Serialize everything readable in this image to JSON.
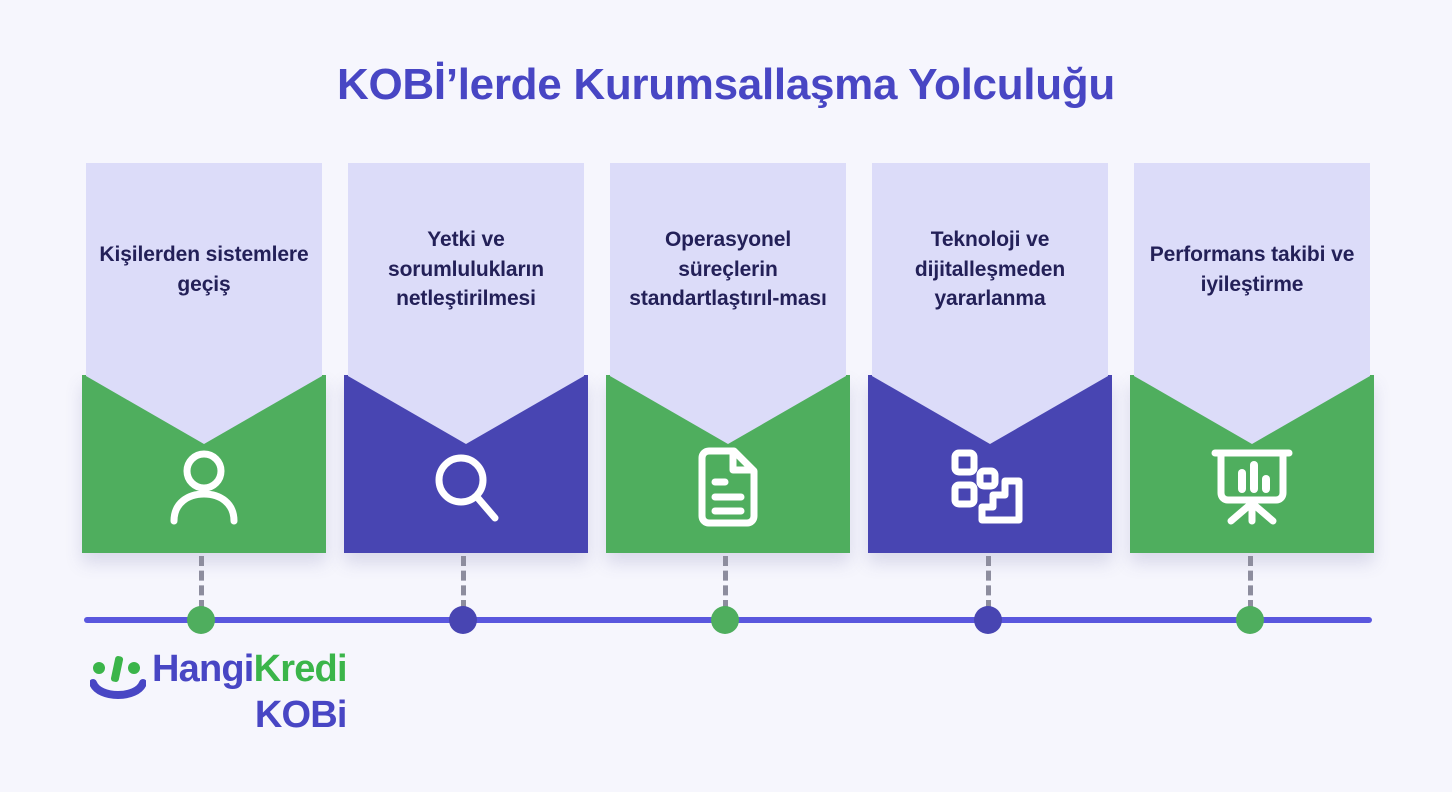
{
  "page": {
    "title": "KOBİ’lerde Kurumsallaşma Yolculuğu",
    "background_color": "#F6F6FD",
    "title_color": "#4846C4"
  },
  "colors": {
    "green": "#4FAE5E",
    "purple": "#4845B2",
    "panel_lavender": "#DCDCF9",
    "timeline_line": "#5A57DE",
    "connector_dash": "#8D8D9E",
    "card_text": "#232058"
  },
  "steps": [
    {
      "label": "Kişilerden sistemlere geçiş",
      "accent": "green",
      "icon": "person-icon",
      "node_color": "green"
    },
    {
      "label": "Yetki ve sorumlulukların netleştirilmesi",
      "accent": "purple",
      "icon": "magnifier-icon",
      "node_color": "purple"
    },
    {
      "label": "Operasyonel süreçlerin standartlaştırıl-ması",
      "accent": "green",
      "icon": "document-icon",
      "node_color": "green"
    },
    {
      "label": "Teknoloji ve dijitalleşmeden yararlanma",
      "accent": "purple",
      "icon": "digital-blocks-icon",
      "node_color": "purple"
    },
    {
      "label": "Performans takibi ve iyileştirme",
      "accent": "green",
      "icon": "presentation-chart-icon",
      "node_color": "green"
    }
  ],
  "logo": {
    "mark": "smiley-face-mark",
    "word_hangi": "Hangi",
    "word_kredi": "Kredi",
    "word_kobi": "KOBi",
    "color_purple": "#4846C4",
    "color_green": "#3BB54A"
  }
}
